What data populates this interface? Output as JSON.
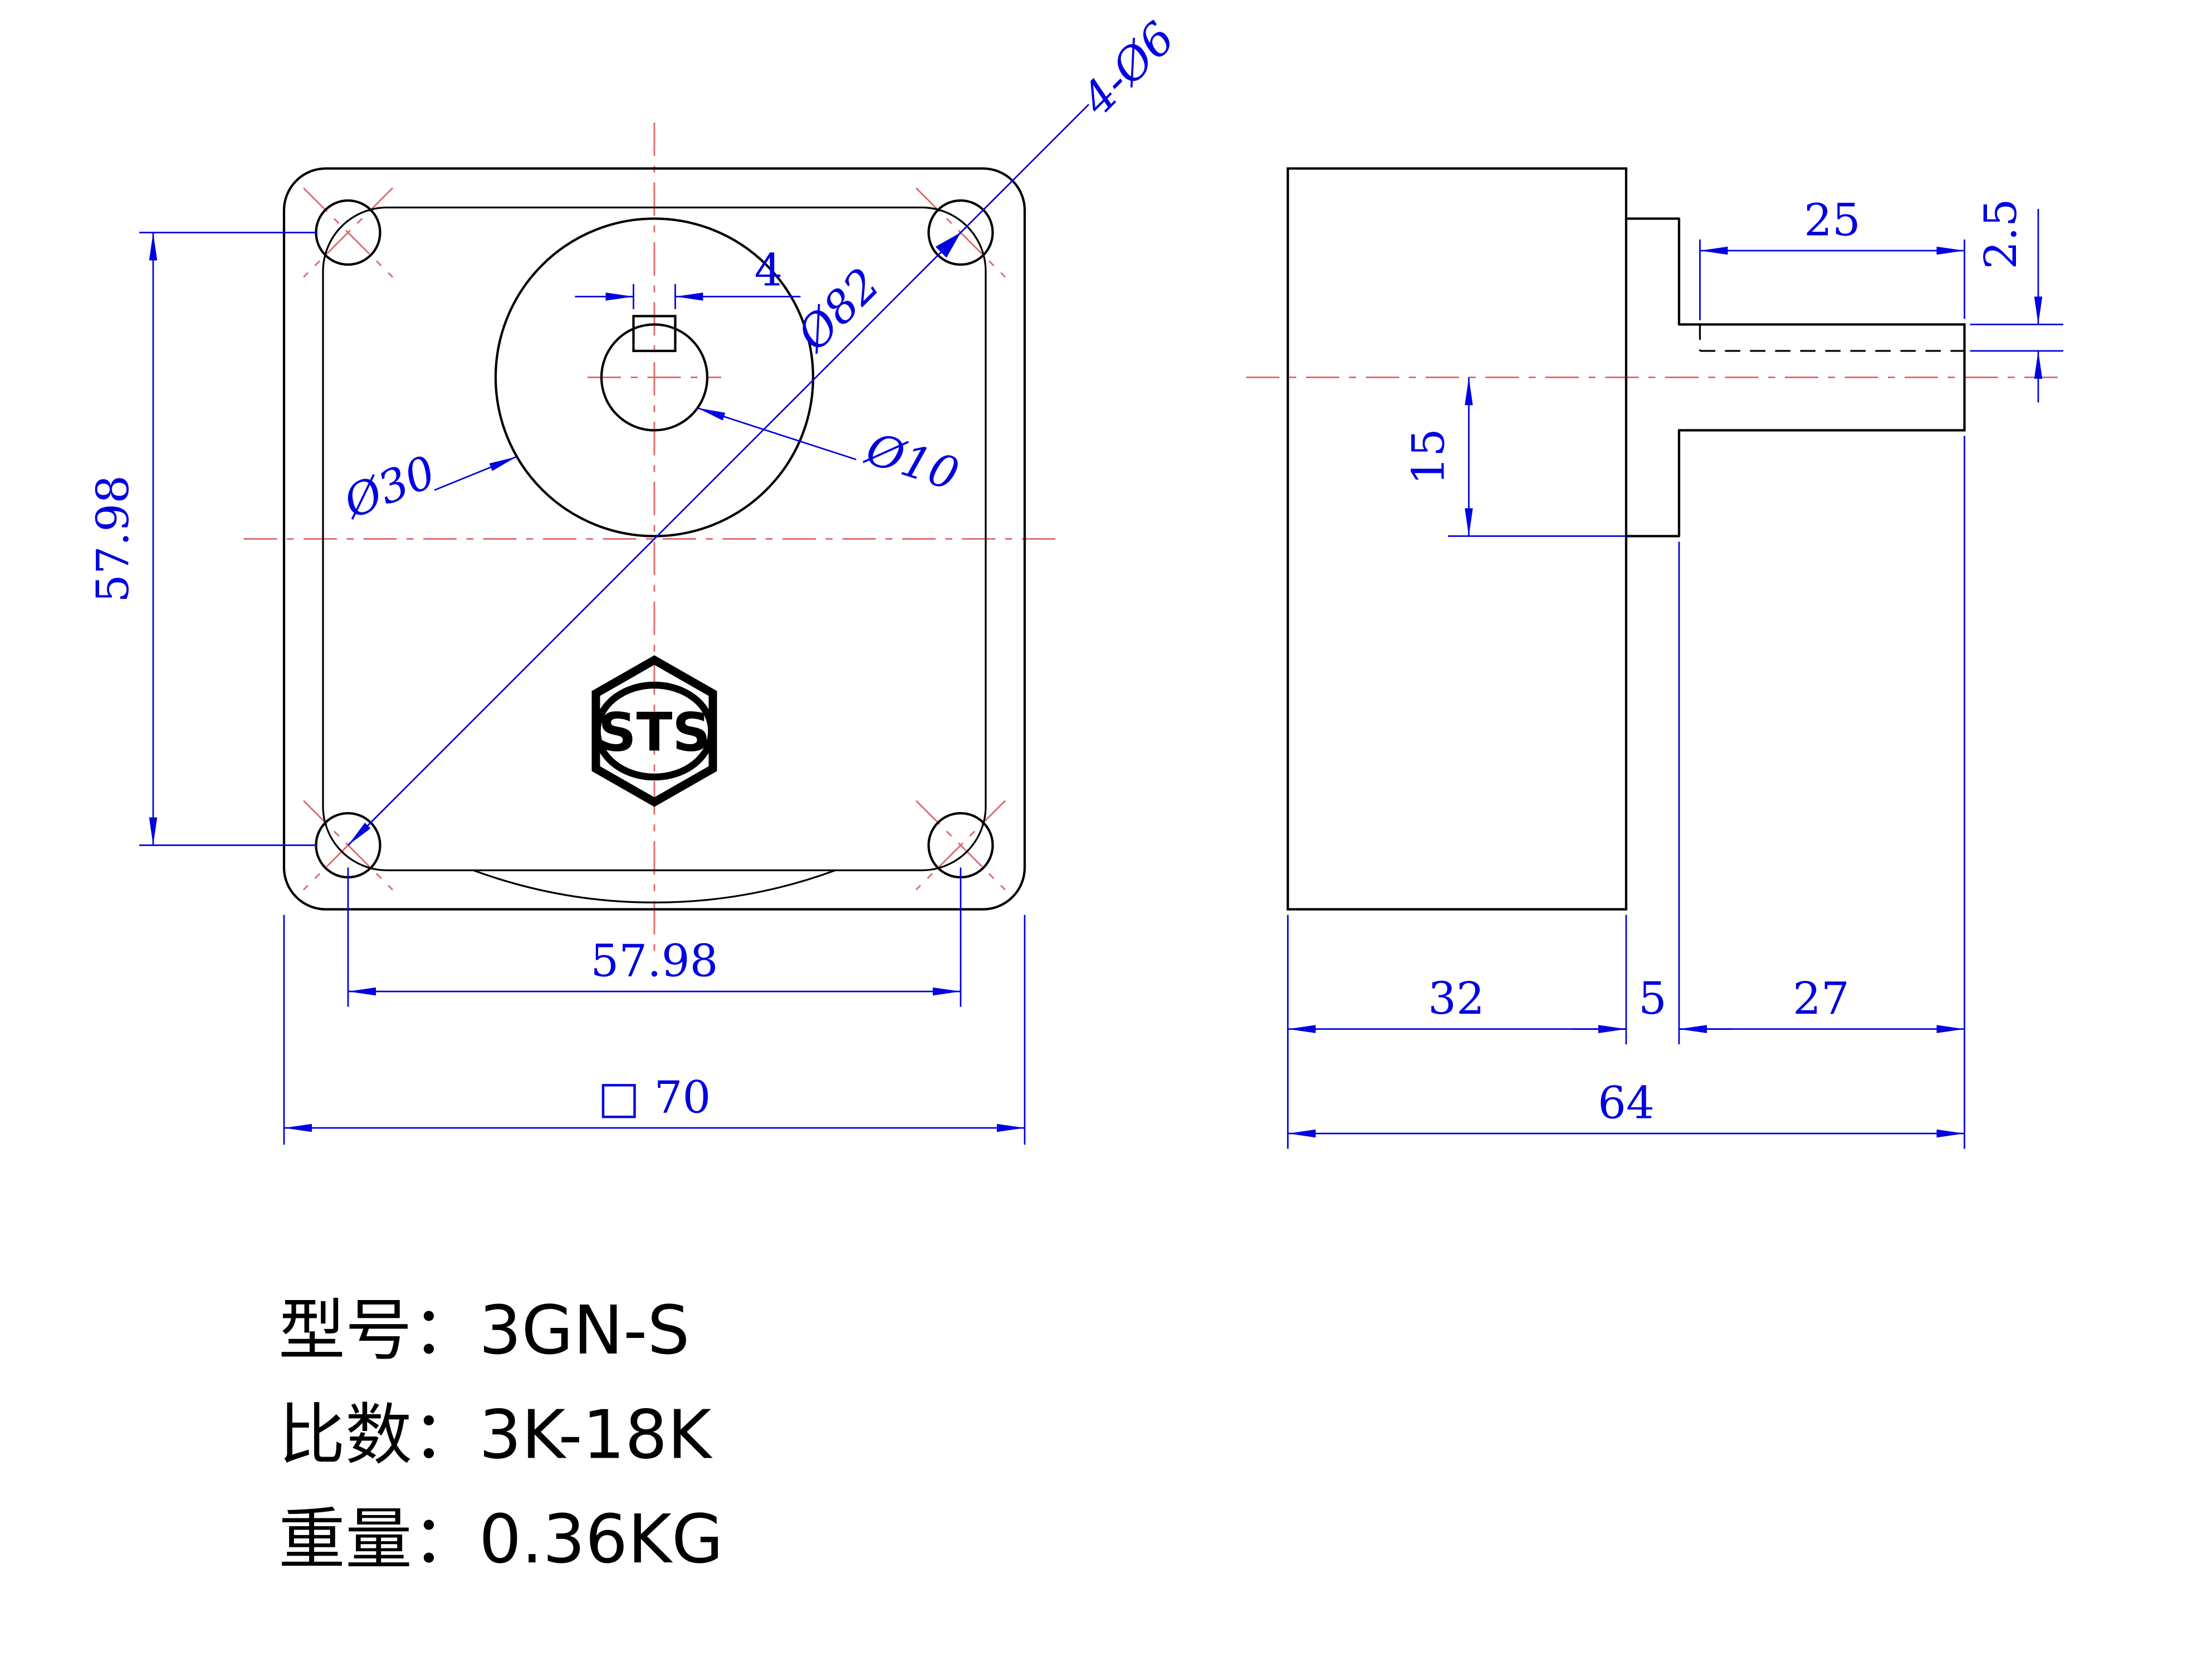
{
  "front_view": {
    "dims": {
      "hole_spacing_vertical": "57.98",
      "hole_spacing_horizontal": "57.98",
      "square_size": "□ 70",
      "keyway_width": "4",
      "bolt_circle": "Ø82",
      "corner_holes": "4-Ø6",
      "boss_diameter": "Ø30",
      "shaft_diameter": "Ø10"
    },
    "logo": "STS"
  },
  "side_view": {
    "dims": {
      "keyway_length": "25",
      "keyway_depth": "2.5",
      "center_to_boss_bottom": "15",
      "body_depth": "32",
      "boss_depth": "5",
      "shaft_length": "27",
      "total_depth": "64"
    }
  },
  "specs": {
    "model_label": "型号：",
    "model_value": "3GN-S",
    "ratio_label": "比数：",
    "ratio_value": "3K-18K",
    "weight_label": "重量：",
    "weight_value": "0.36KG"
  },
  "colors": {
    "outline": "#000000",
    "dimension": "#0000E0",
    "centerline": "#DD6666"
  }
}
